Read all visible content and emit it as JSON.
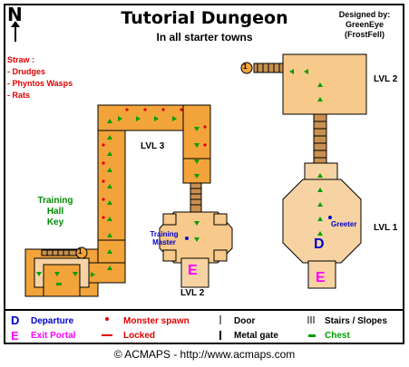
{
  "title": "Tutorial Dungeon",
  "subtitle": "In all starter towns",
  "credits": [
    "Designed by:",
    "GreenEye",
    "(FrostFell)"
  ],
  "compass": "N",
  "monsters": {
    "heading": "Straw :",
    "items": [
      "- Drudges",
      "- Phyntos Wasps",
      "- Rats"
    ]
  },
  "levels": {
    "lvl1": "LVL 1",
    "lvl2_east": "LVL 2",
    "lvl2_west": "LVL 2",
    "lvl3": "LVL 3"
  },
  "markers": {
    "departure": "D",
    "exit": "E",
    "stairs_number": "1",
    "greeter": "Greeter",
    "training_master": "Training\nMaster",
    "training_hall_key": "Training\nHall\nKey"
  },
  "legend": {
    "departure": "Departure",
    "exit_portal": "Exit Portal",
    "monster_spawn": "Monster spawn",
    "locked": "Locked",
    "door": "Door",
    "metal_gate": "Metal gate",
    "stairs": "Stairs / Slopes",
    "chest": "Chest"
  },
  "colors": {
    "room_orange": "#f2a33a",
    "room_light": "#f7d3a4",
    "spawn_red": "#e00000",
    "chest_green": "#00a000",
    "departure_blue": "#0000cc",
    "exit_magenta": "#ff00ff"
  },
  "footer": "© ACMAPS - http://www.acmaps.com"
}
